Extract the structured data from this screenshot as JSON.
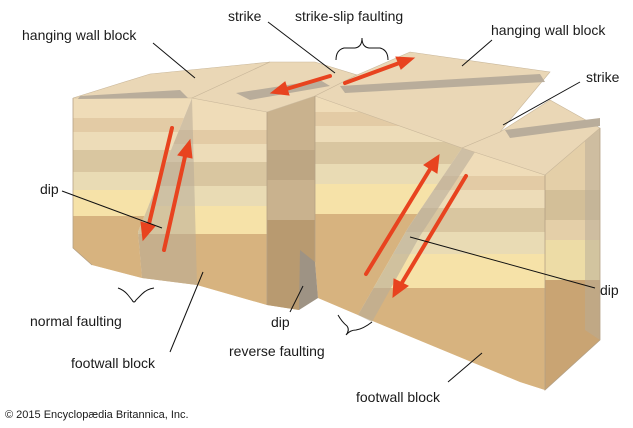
{
  "labels": {
    "hanging_wall_block_left": "hanging wall block",
    "strike_top": "strike",
    "strike_slip_faulting": "strike-slip faulting",
    "hanging_wall_block_right": "hanging wall block",
    "strike_right": "strike",
    "dip_left": "dip",
    "normal_faulting": "normal faulting",
    "footwall_block_left": "footwall block",
    "dip_center": "dip",
    "reverse_faulting": "reverse faulting",
    "dip_right": "dip",
    "footwall_block_right": "footwall block"
  },
  "copyright": "© 2015 Encyclopædia Britannica, Inc.",
  "colors": {
    "arrow": "#e8431f",
    "strata": [
      "#efdcb8",
      "#e3cba5",
      "#eddcb8",
      "#d9c6a0",
      "#e9dbb4",
      "#f3e6b4",
      "#f6e2a8",
      "#d7b37f"
    ],
    "fault_plane": "#b8ab98",
    "top_surface": "#ead7b6",
    "top_band": "#b9ad9b"
  }
}
